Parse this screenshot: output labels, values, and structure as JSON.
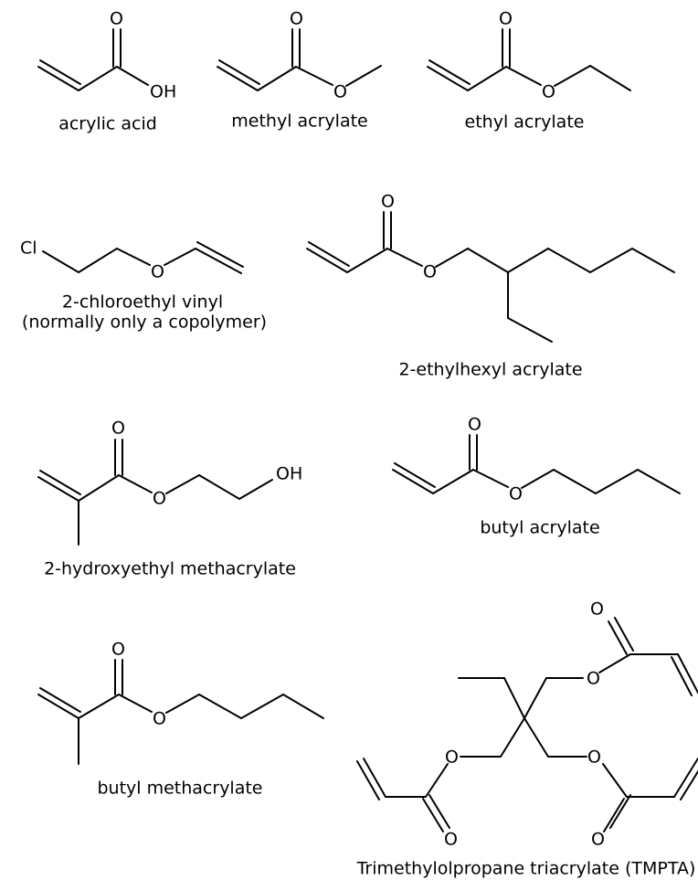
{
  "molecules": {
    "acrylic_acid": {
      "name": "acrylic acid",
      "atoms": {
        "o_carbonyl": "O",
        "oh": "OH"
      }
    },
    "methyl_acrylate": {
      "name": "methyl acrylate",
      "atoms": {
        "o_carbonyl": "O",
        "o_ester": "O"
      }
    },
    "ethyl_acrylate": {
      "name": "ethyl acrylate",
      "atoms": {
        "o_carbonyl": "O",
        "o_ester": "O"
      }
    },
    "chloroethyl_vinyl": {
      "name_line1": "2-chloroethyl vinyl",
      "name_line2": "(normally only a copolymer)",
      "atoms": {
        "cl": "Cl",
        "o_ether": "O"
      }
    },
    "ethylhexyl_acrylate": {
      "name": "2-ethylhexyl acrylate",
      "atoms": {
        "o_carbonyl": "O",
        "o_ester": "O"
      }
    },
    "hydroxyethyl_methacrylate": {
      "name": "2-hydroxyethyl methacrylate",
      "atoms": {
        "o_carbonyl": "O",
        "o_ester": "O",
        "oh": "OH"
      }
    },
    "butyl_acrylate": {
      "name": "butyl acrylate",
      "atoms": {
        "o_carbonyl": "O",
        "o_ester": "O"
      }
    },
    "butyl_methacrylate": {
      "name": "butyl methacrylate",
      "atoms": {
        "o_carbonyl": "O",
        "o_ester": "O"
      }
    },
    "tmpta": {
      "name": "Trimethylolpropane triacrylate (TMPTA)",
      "atoms": {
        "o_carbonyl_top": "O",
        "o_ester_top": "O",
        "o_ester_left": "O",
        "o_carbonyl_left": "O",
        "o_ester_right": "O",
        "o_carbonyl_right": "O"
      }
    }
  }
}
